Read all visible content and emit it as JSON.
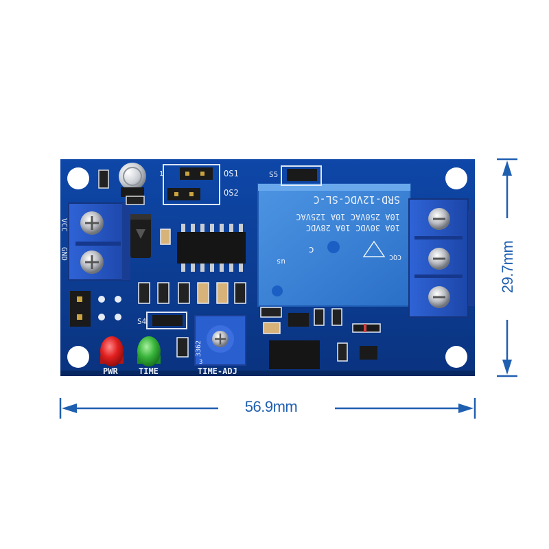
{
  "board": {
    "silkscreen": {
      "vcc": "VCC",
      "gnd": "GND",
      "os1": "OS1",
      "os2": "OS2",
      "s5": "S5",
      "s4": "S4",
      "one": "1",
      "pwr": "PWR",
      "time": "TIME",
      "time_adj": "TIME-ADJ"
    },
    "relay": {
      "model": "SRD-12VDC-SL-C",
      "rating_1": "10A 250VAC 10A 125VAC",
      "rating_2": "10A 30VDC 10A 28VDC",
      "cert_1": "c",
      "cert_2": "us",
      "cert_3": "CQC"
    },
    "potentiometer": {
      "code": "3362",
      "pin": "3"
    },
    "leds": {
      "pwr_color": "#d61e1e",
      "time_color": "#2fae3a"
    },
    "pcb_color": "#0c3c96"
  },
  "dimensions": {
    "width": "56.9mm",
    "height": "29.7mm",
    "color": "#1f5fb0"
  }
}
